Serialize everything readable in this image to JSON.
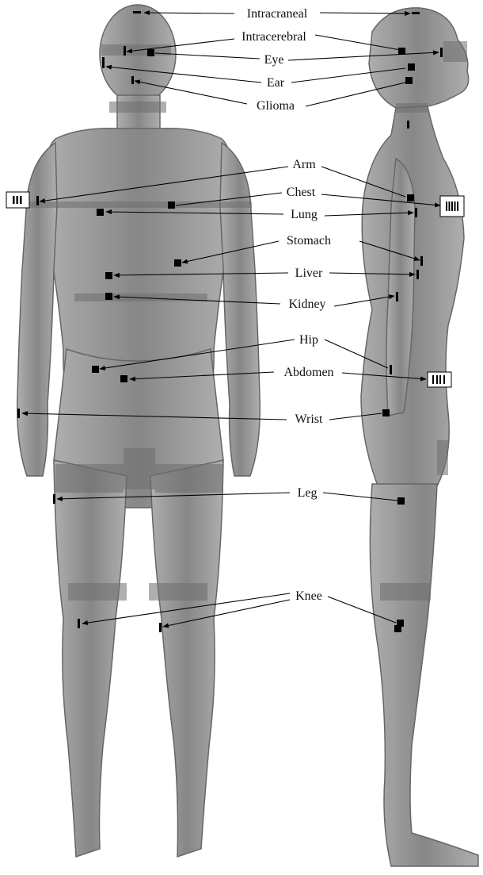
{
  "figure": {
    "labels": {
      "intracraneal": "Intracraneal",
      "intracerebral": "Intracerebral",
      "eye": "Eye",
      "ear": "Ear",
      "glioma": "Glioma",
      "arm": "Arm",
      "chest": "Chest",
      "lung": "Lung",
      "stomach": "Stomach",
      "liver": "Liver",
      "kidney": "Kidney",
      "hip": "Hip",
      "abdomen": "Abdomen",
      "wrist": "Wrist",
      "leg": "Leg",
      "knee": "Knee"
    },
    "colors": {
      "body_fill": "#8c8c8c",
      "body_shade": "#6e6e6e",
      "body_outline": "#5a5a5a",
      "marker": "#000000",
      "arrow": "#000000"
    }
  }
}
